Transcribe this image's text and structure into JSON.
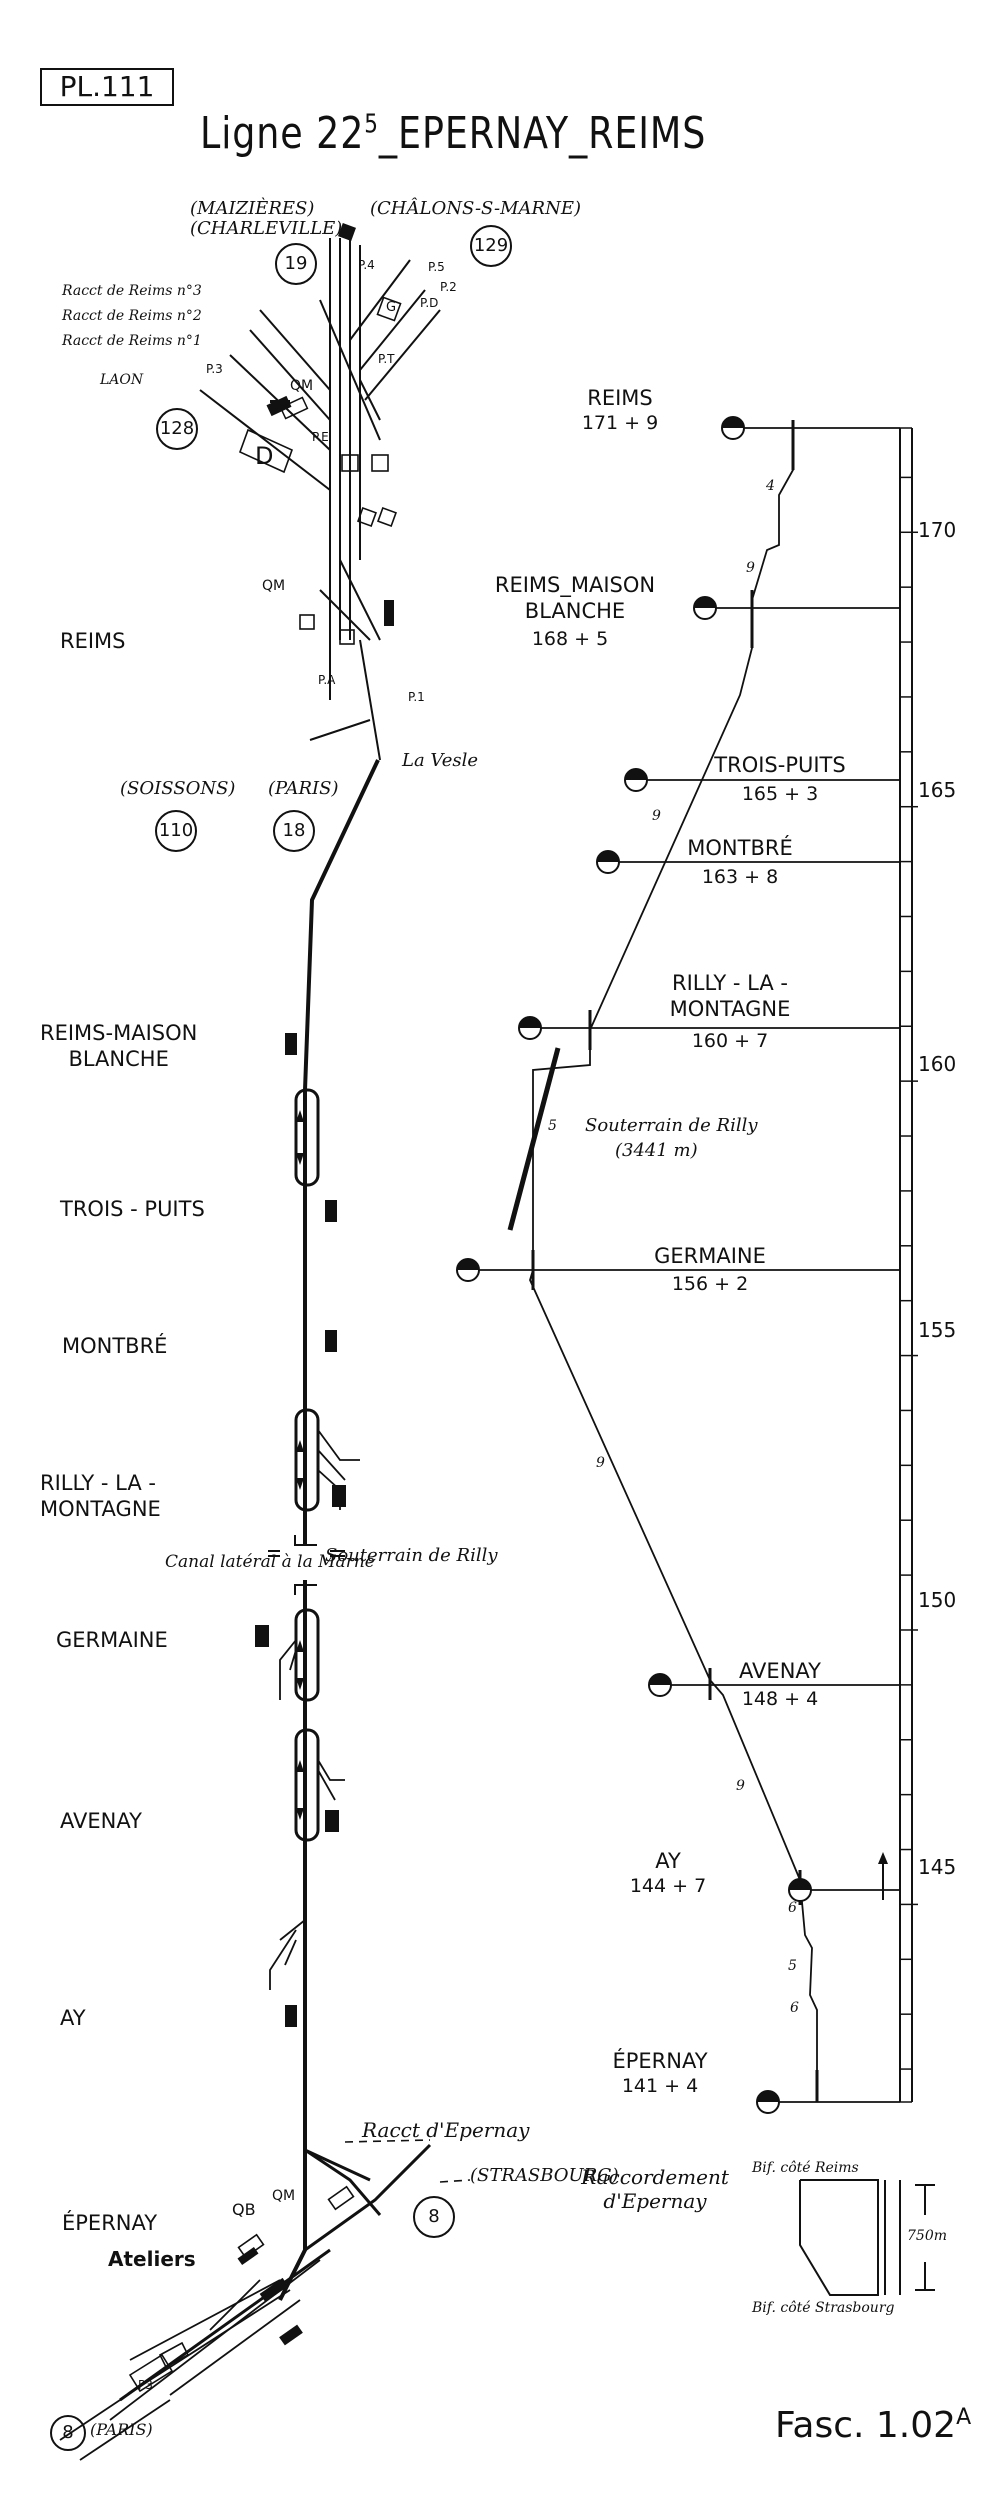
{
  "plate": "PL.111",
  "title": {
    "main": "Ligne 22",
    "sup": "5",
    "rest": "_EPERNAY_REIMS"
  },
  "top_labels": {
    "maizieres": "(MAIZIÈRES)",
    "charleville": "(CHARLEVILLE)",
    "chalons": "(CHÂLONS-S-MARNE)",
    "line_19": "19",
    "line_129": "129",
    "line_128": "128",
    "raccordement_3": "Racct de Reims n°3",
    "raccordement_2": "Racct de Reims n°2",
    "raccordement_1": "Racct de Reims n°1",
    "laon": "LAON",
    "qm": "QM",
    "d_label": "D",
    "g_label": "G",
    "pt": "P.T",
    "p4": "P.4",
    "p5": "P.5",
    "p2": "P.2",
    "p3": "P.3",
    "pd": "P.D",
    "pe": "P.E",
    "pa": "P.A",
    "p1": "P.1",
    "la_vesle": "La Vesle",
    "soissons": "(SOISSONS)",
    "paris": "(PARIS)",
    "line_110": "110",
    "line_18": "18",
    "qm2": "QM"
  },
  "stations_left": [
    {
      "name": "REIMS"
    },
    {
      "name": "REIMS-MAISON\nBLANCHE"
    },
    {
      "name": "TROIS - PUITS"
    },
    {
      "name": "MONTBRÉ"
    },
    {
      "name": "RILLY - LA -\nMONTAGNE"
    },
    {
      "name": "GERMAINE"
    },
    {
      "name": "AVENAY"
    },
    {
      "name": "AY"
    },
    {
      "name": "ÉPERNAY"
    }
  ],
  "left_annotations": {
    "souterrain": "Souterrain de Rilly",
    "canal": "Canal latéral à la Marne",
    "raccordement_epernay": "Racct d'Epernay",
    "strasbourg": "(STRASBOURG)",
    "line_8": "8",
    "qb": "QB",
    "qm": "QM",
    "ateliers": "Ateliers",
    "p3": "P3",
    "paris_bottom": "(PARIS)",
    "line_8_bottom": "8"
  },
  "profile": {
    "stations": [
      {
        "name": "REIMS",
        "pk": "171 + 9"
      },
      {
        "name": "REIMS_MAISON\nBLANCHE",
        "pk": "168 + 5"
      },
      {
        "name": "TROIS-PUITS",
        "pk": "165 + 3"
      },
      {
        "name": "MONTBRÉ",
        "pk": "163 + 8"
      },
      {
        "name": "RILLY - LA -\nMONTAGNE",
        "pk": "160 + 7"
      },
      {
        "name": "GERMAINE",
        "pk": "156 + 2"
      },
      {
        "name": "AVENAY",
        "pk": "148 + 4"
      },
      {
        "name": "AY",
        "pk": "144 + 7"
      },
      {
        "name": "ÉPERNAY",
        "pk": "141 + 4"
      }
    ],
    "km_labels": [
      "170",
      "165",
      "160",
      "155",
      "150",
      "145"
    ],
    "gradients": [
      "4",
      "9",
      "9",
      "5",
      "9",
      "9",
      "6",
      "5",
      "6"
    ],
    "souterrain": "Souterrain de Rilly",
    "souterrain_len": "(3441 m)"
  },
  "raccordement_box": {
    "title": "Raccordement\nd'Epernay",
    "top": "Bif. côté Reims",
    "bottom": "Bif. côté Strasbourg",
    "length": "750m"
  },
  "fascicule": {
    "main": "Fasc. 1.02",
    "sup": "A"
  }
}
